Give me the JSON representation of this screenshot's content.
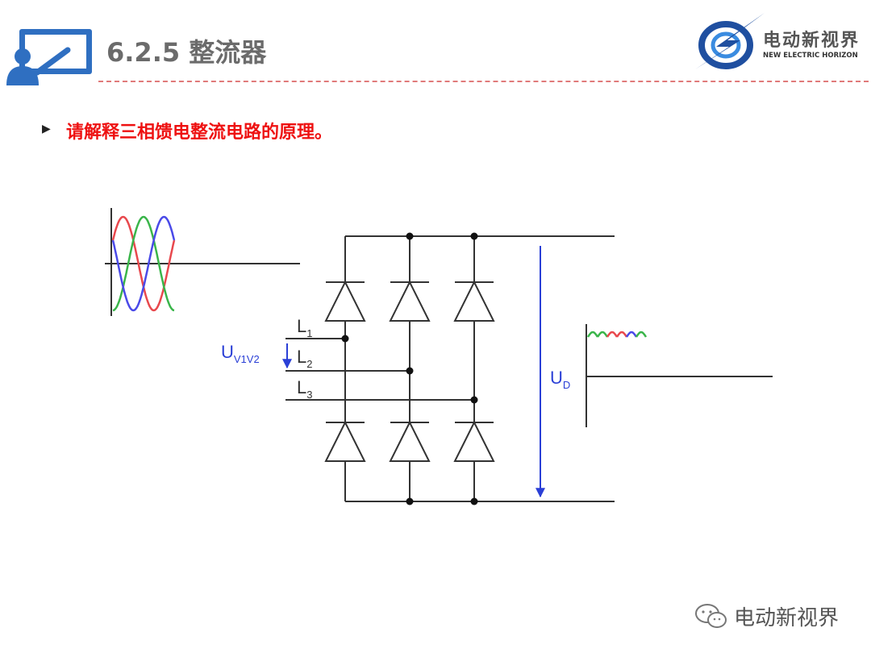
{
  "header": {
    "title": "6.2.5 整流器",
    "logo": {
      "name_cn": "电动新视界",
      "name_en": "NEW ELECTRIC HORIZON"
    }
  },
  "content": {
    "bullet": "请解释三相馈电整流电路的原理。"
  },
  "diagram": {
    "labels": {
      "l1": "L",
      "l1_sub": "1",
      "l2": "L",
      "l2_sub": "2",
      "l3": "L",
      "l3_sub": "3",
      "uv": "U",
      "uv_sub": "V1V2",
      "ud": "U",
      "ud_sub": "D"
    },
    "colors": {
      "phase_1": "#e8484d",
      "phase_2": "#3ab54a",
      "phase_3": "#4a4ae8",
      "arrow": "#2a3fd6",
      "wire": "#333333"
    }
  },
  "watermark": {
    "text": "电动新视界"
  }
}
